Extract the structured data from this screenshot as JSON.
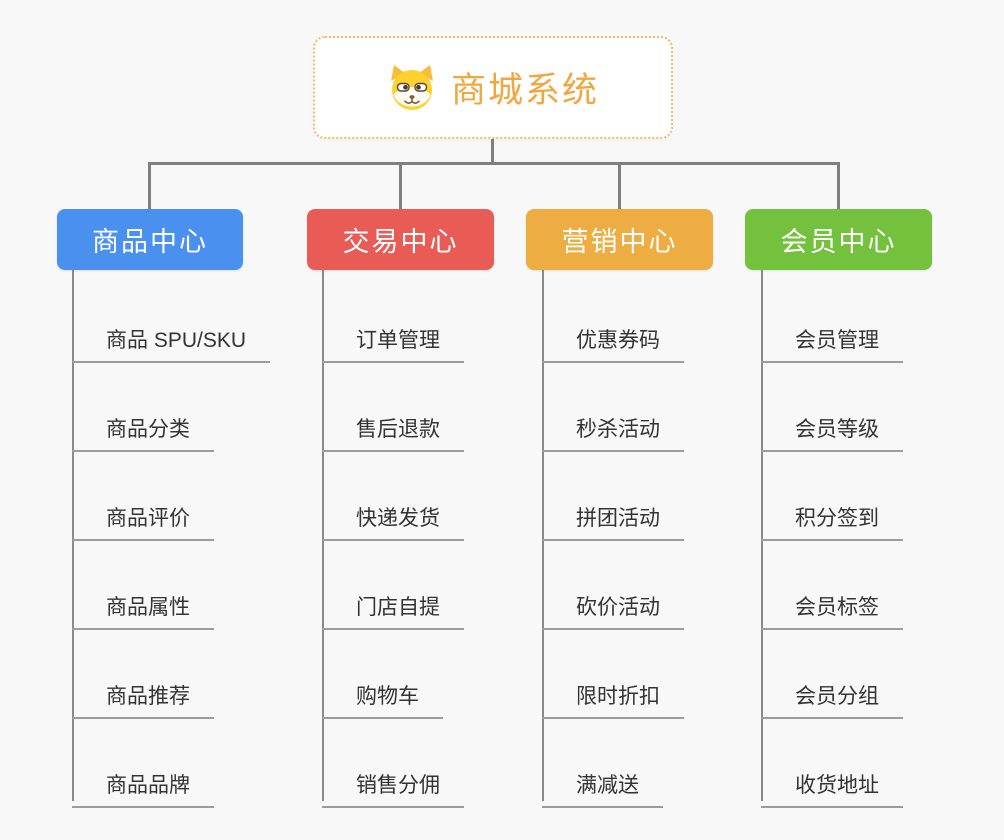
{
  "root": {
    "title": "商城系统",
    "icon": "dog-face-icon",
    "title_color": "#F2A640",
    "border_color": "#F5B85C"
  },
  "connector_color": "#7F7F7F",
  "underline_color": "#9C9C9C",
  "background_color": "#F8F8F8",
  "branches": [
    {
      "label": "商品中心",
      "color": "#4A90EE",
      "items": [
        "商品 SPU/SKU",
        "商品分类",
        "商品评价",
        "商品属性",
        "商品推荐",
        "商品品牌"
      ]
    },
    {
      "label": "交易中心",
      "color": "#E95B55",
      "items": [
        "订单管理",
        "售后退款",
        "快递发货",
        "门店自提",
        "购物车",
        "销售分佣"
      ]
    },
    {
      "label": "营销中心",
      "color": "#EDAD42",
      "items": [
        "优惠券码",
        "秒杀活动",
        "拼团活动",
        "砍价活动",
        "限时折扣",
        "满减送"
      ]
    },
    {
      "label": "会员中心",
      "color": "#74C13E",
      "items": [
        "会员管理",
        "会员等级",
        "积分签到",
        "会员标签",
        "会员分组",
        "收货地址"
      ]
    }
  ]
}
